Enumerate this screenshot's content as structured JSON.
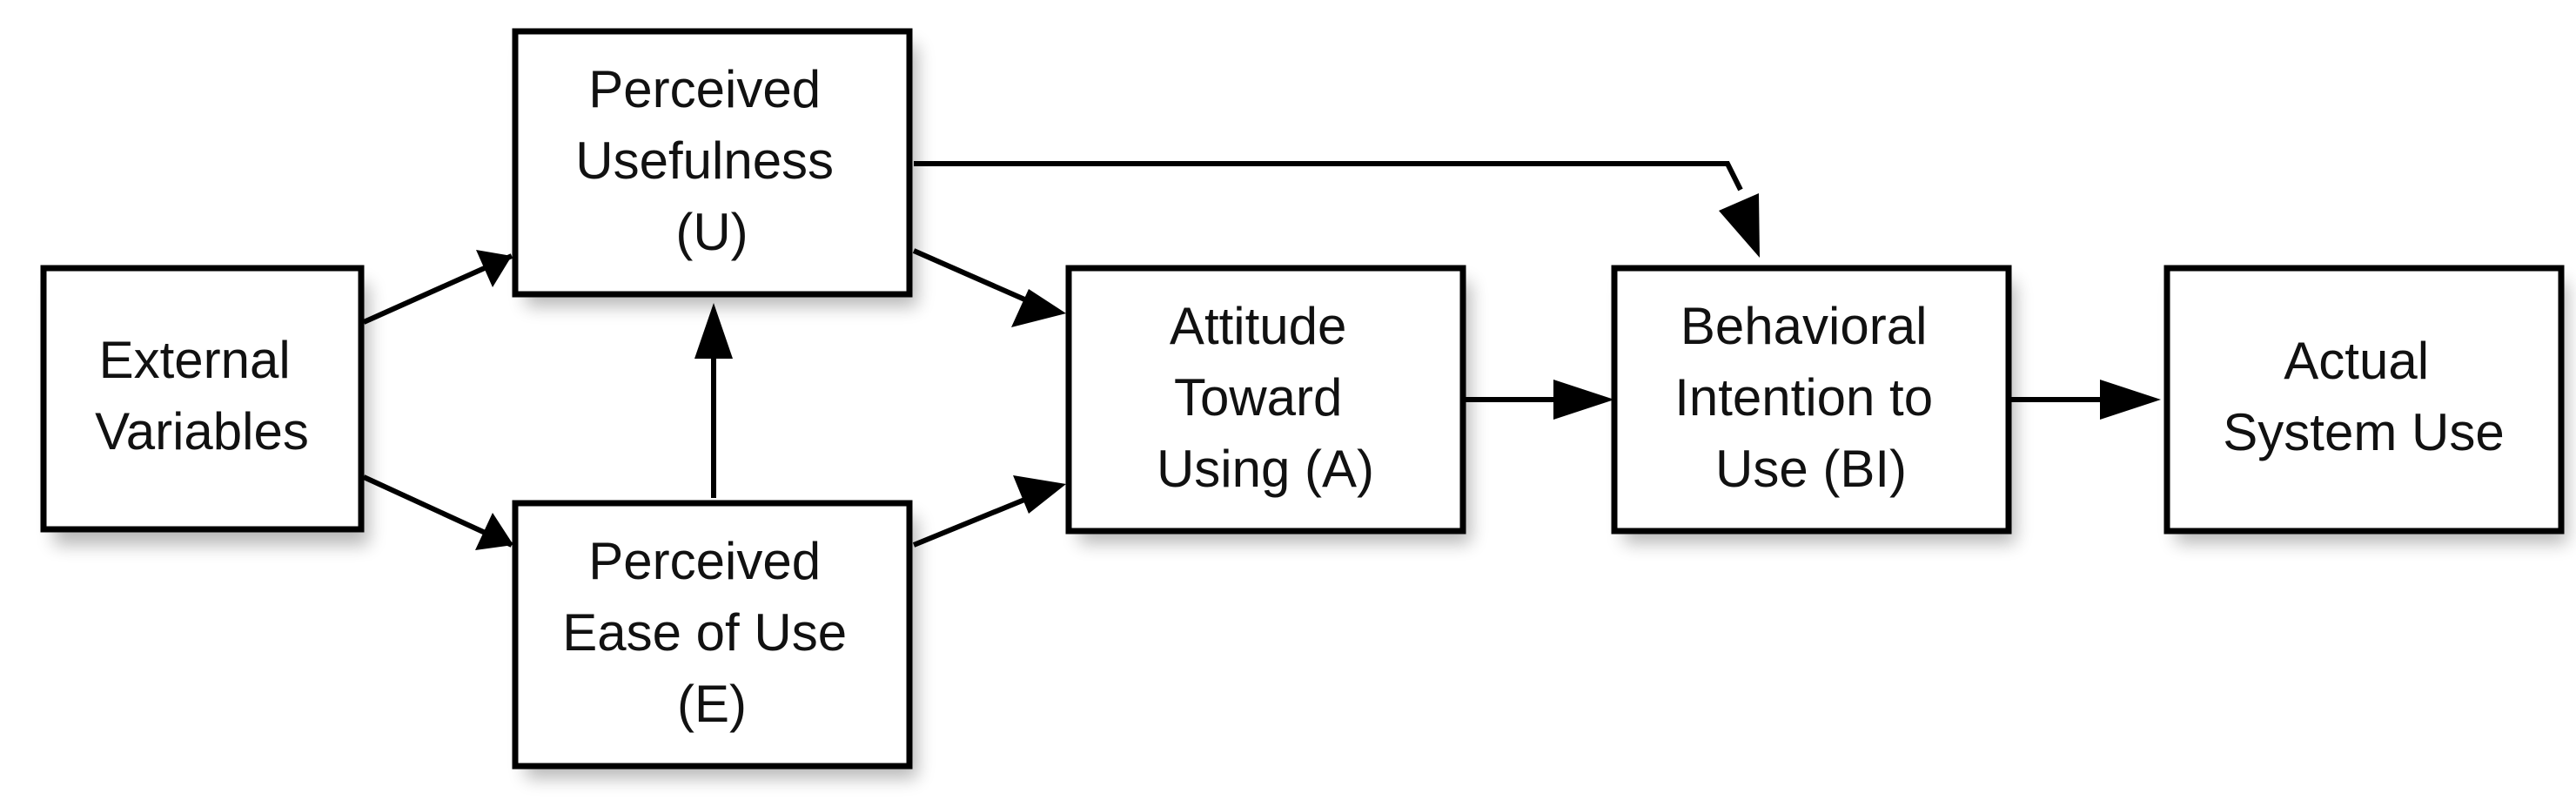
{
  "diagram": {
    "nodes": [
      {
        "id": "external",
        "lines": [
          "External",
          "Variables"
        ]
      },
      {
        "id": "usefulness",
        "lines": [
          "Perceived",
          "Usefulness",
          "(U)"
        ]
      },
      {
        "id": "ease",
        "lines": [
          "Perceived",
          "Ease of Use",
          "(E)"
        ]
      },
      {
        "id": "attitude",
        "lines": [
          "Attitude",
          "Toward",
          "Using (A)"
        ]
      },
      {
        "id": "intention",
        "lines": [
          "Behavioral",
          "Intention to",
          "Use (BI)"
        ]
      },
      {
        "id": "actual",
        "lines": [
          "Actual",
          "System Use"
        ]
      }
    ],
    "edges": [
      {
        "from": "external",
        "to": "usefulness"
      },
      {
        "from": "external",
        "to": "ease"
      },
      {
        "from": "ease",
        "to": "usefulness"
      },
      {
        "from": "usefulness",
        "to": "attitude"
      },
      {
        "from": "ease",
        "to": "attitude"
      },
      {
        "from": "usefulness",
        "to": "intention"
      },
      {
        "from": "attitude",
        "to": "intention"
      },
      {
        "from": "intention",
        "to": "actual"
      }
    ]
  }
}
